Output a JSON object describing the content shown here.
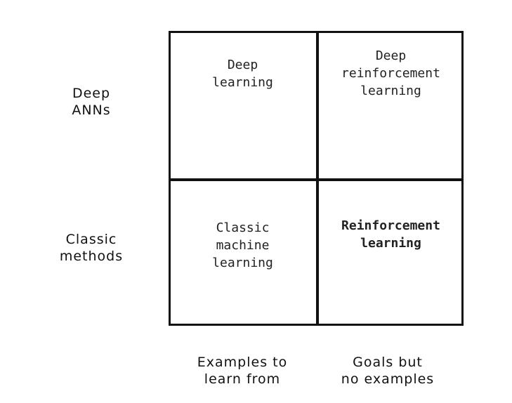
{
  "rows": {
    "top": "Deep\nANNs",
    "bottom": "Classic\nmethods"
  },
  "columns": {
    "left": "Examples to\nlearn from",
    "right": "Goals but\nno examples"
  },
  "cells": {
    "top_left": "Deep\nlearning",
    "top_right": "Deep\nreinforcement\nlearning",
    "bottom_left": "Classic\nmachine\nlearning",
    "bottom_right": "Reinforcement\nlearning"
  }
}
